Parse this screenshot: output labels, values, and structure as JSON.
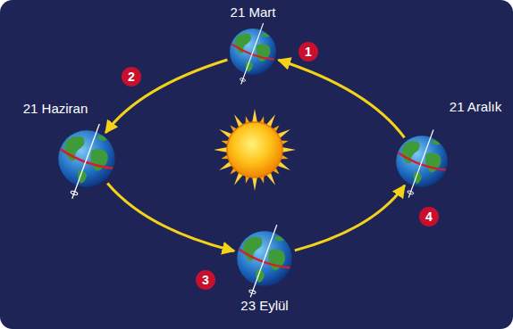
{
  "diagram": {
    "nodes": [
      {
        "text": [
          "21 Mart"
        ]
      },
      {
        "text": [
          "1"
        ]
      },
      {
        "text": [
          "21 Haziran"
        ]
      },
      {
        "text": [
          "2"
        ]
      },
      {
        "text": [
          "23 Eylül"
        ]
      },
      {
        "text": [
          "3"
        ]
      },
      {
        "text": [
          "21 Aralık"
        ]
      },
      {
        "text": [
          "4"
        ]
      }
    ],
    "edges": [
      {
        "from": 0,
        "to": 2,
        "arrow": "to"
      },
      {
        "from": 2,
        "to": 4,
        "arrow": "to"
      },
      {
        "from": 4,
        "to": 6,
        "arrow": "to"
      },
      {
        "from": 6,
        "to": 0,
        "arrow": "to"
      }
    ]
  }
}
